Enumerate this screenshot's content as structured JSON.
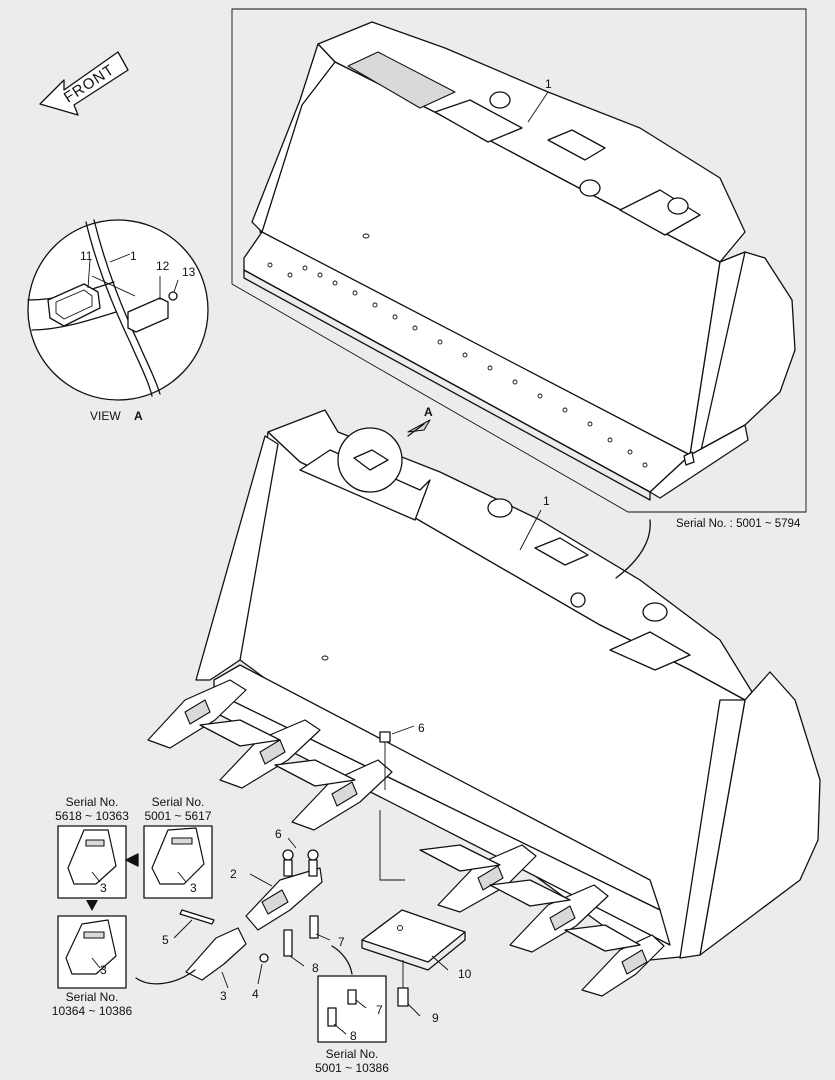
{
  "front_label": "FRONT",
  "view": {
    "label": "VIEW",
    "letter": "A",
    "marker": "A"
  },
  "callouts": {
    "c1_top": "1",
    "c1_view": "1",
    "c1_lower": "1",
    "c2": "2",
    "c3_a": "3",
    "c3_b": "3",
    "c3_c": "3",
    "c3_d": "3",
    "c4": "4",
    "c5": "5",
    "c6_a": "6",
    "c6_b": "6",
    "c7_a": "7",
    "c7_b": "7",
    "c8_a": "8",
    "c8_b": "8",
    "c9": "9",
    "c10": "10",
    "c11": "11",
    "c12": "12",
    "c13": "13"
  },
  "serials": {
    "top_bucket": "Serial No. : 5001 ~ 5794",
    "box_a_title": "Serial No.",
    "box_a_range": "5618 ~ 10363",
    "box_b_title": "Serial No.",
    "box_b_range": "5001 ~ 5617",
    "box_c_title": "Serial No.",
    "box_c_range": "10364 ~ 10386",
    "box_d_title": "Serial No.",
    "box_d_range": "5001 ~ 10386"
  }
}
